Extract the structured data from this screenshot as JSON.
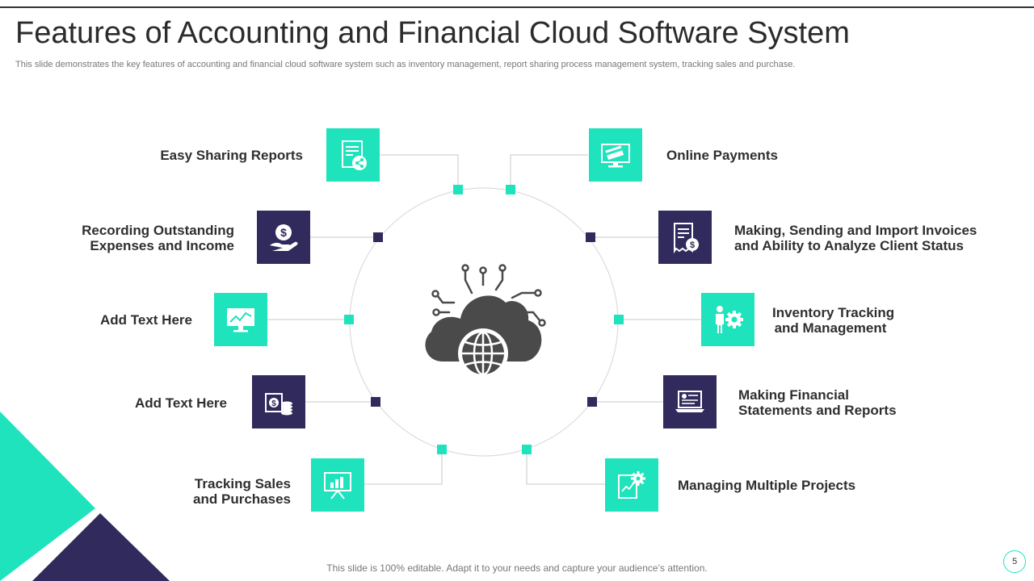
{
  "slide": {
    "title": "Features of Accounting and Financial Cloud Software System",
    "subtitle": "This slide demonstrates the key features of accounting and financial cloud software system such as inventory management, report sharing process management system, tracking sales and purchase.",
    "footer": "This slide is 100% editable. Adapt it to your needs and capture your audience’s attention.",
    "page_number": "5"
  },
  "colors": {
    "accent": "#1ee3bd",
    "dark": "#312a5c",
    "cloud": "#4a4a4a"
  },
  "center": {
    "icon": "cloud-globe-circuit-icon"
  },
  "features_left": [
    {
      "label": "Easy Sharing Reports",
      "icon": "share-report-icon",
      "tile": "teal"
    },
    {
      "label": "Recording Outstanding Expenses and Income",
      "icon": "hand-dollar-icon",
      "tile": "navy"
    },
    {
      "label": "Add Text Here",
      "icon": "monitor-chart-icon",
      "tile": "teal"
    },
    {
      "label": "Add Text Here",
      "icon": "cash-coins-icon",
      "tile": "navy"
    },
    {
      "label": "Tracking Sales and Purchases",
      "icon": "presentation-board-icon",
      "tile": "teal"
    }
  ],
  "features_right": [
    {
      "label": "Online Payments",
      "icon": "card-monitor-icon",
      "tile": "teal"
    },
    {
      "label": "Making, Sending and Import Invoices and Ability to Analyze Client Status",
      "icon": "invoice-dollar-icon",
      "tile": "navy"
    },
    {
      "label": "Inventory Tracking and Management",
      "icon": "person-gear-icon",
      "tile": "teal"
    },
    {
      "label": "Making Financial Statements and Reports",
      "icon": "laptop-statement-icon",
      "tile": "navy"
    },
    {
      "label": "Managing Multiple Projects",
      "icon": "document-gear-icon",
      "tile": "teal"
    }
  ]
}
